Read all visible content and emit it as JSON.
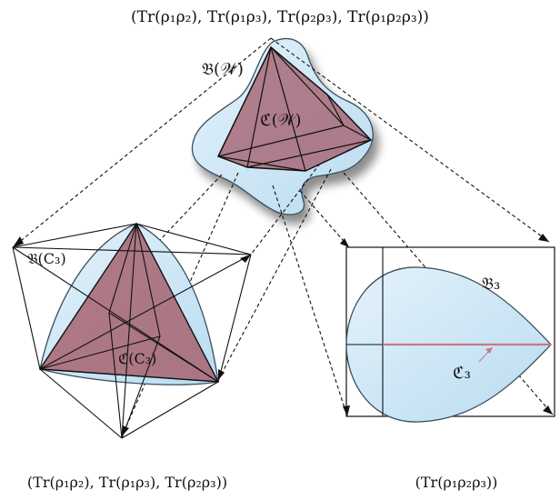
{
  "labels": {
    "top_title": "(Tr(ρ₁ρ₂), Tr(ρ₁ρ₃), Tr(ρ₂ρ₃), Tr(ρ₁ρ₂ρ₃))",
    "bottom_left_title": "(Tr(ρ₁ρ₂), Tr(ρ₁ρ₃), Tr(ρ₂ρ₃))",
    "bottom_right_title": "(Tr(ρ₁ρ₂ρ₃))",
    "B_W": "𝔅(𝒲)",
    "C_W": "ℭ(𝒲)",
    "B_C3": "𝔅(C₃)",
    "C_C3": "ℭ(C₃)",
    "B3": "𝔅₃",
    "C3": "ℭ₃"
  },
  "colors": {
    "blue_fill": "#cfe6f4",
    "blue_stroke": "#3b4f5e",
    "red_fill": "#a86a78",
    "red_line": "#c77a86",
    "line": "#111111"
  }
}
